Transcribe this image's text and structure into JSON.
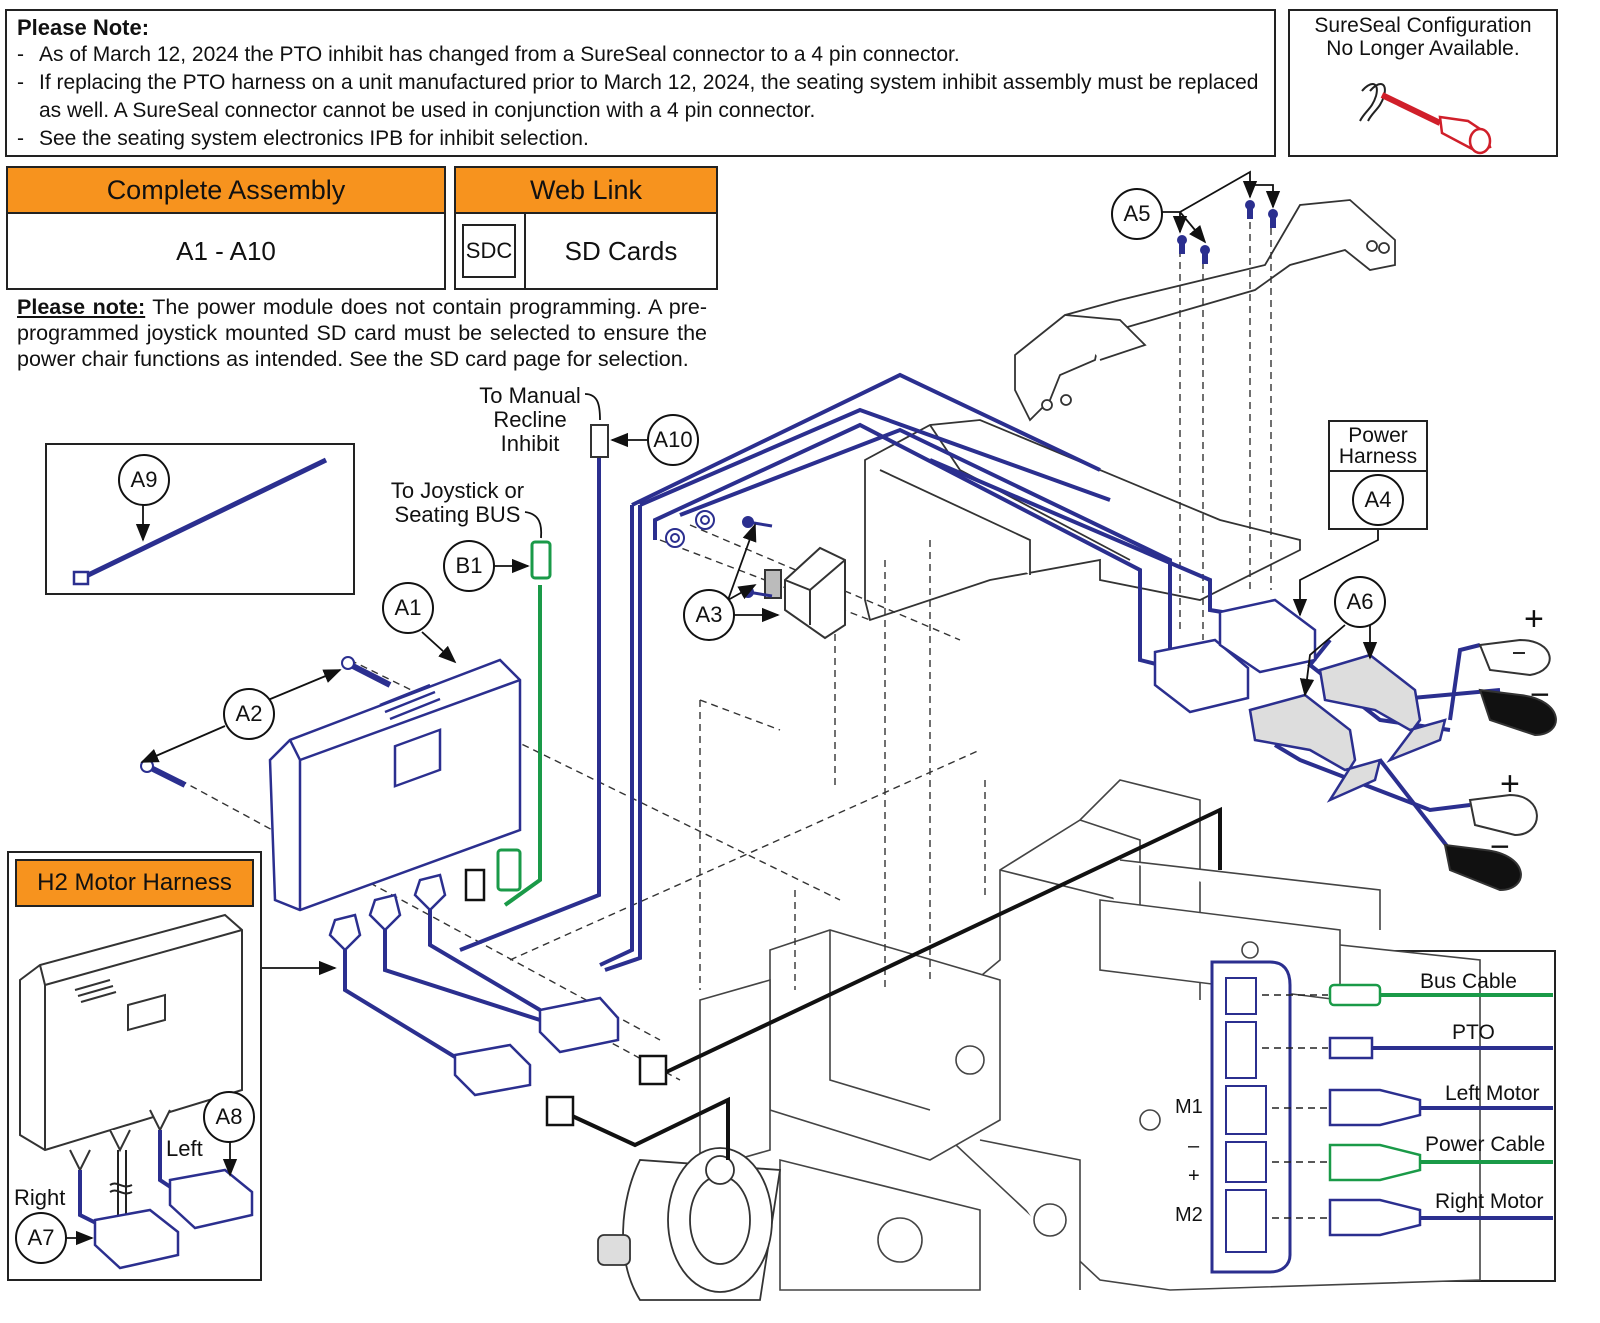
{
  "top_note": {
    "title": "Please Note:",
    "lines": [
      "As of March 12, 2024 the PTO inhibit has changed from a SureSeal connector to a 4 pin connector.",
      "If replacing the PTO harness on a unit manufactured prior to March 12, 2024, the seating system inhibit assembly must be replaced as well. A SureSeal connector cannot be used in conjunction with a 4 pin connector.",
      "See the seating system electronics IPB for inhibit selection."
    ]
  },
  "sureseal": {
    "line1": "SureSeal Configuration",
    "line2": "No Longer Available."
  },
  "complete_assembly": {
    "header": "Complete Assembly",
    "value": "A1 - A10"
  },
  "web_link": {
    "header": "Web Link",
    "code": "SDC",
    "label": "SD Cards"
  },
  "programming_note": {
    "bold": "Please note:",
    "text": " The power module does not contain programming. A pre-programmed joystick mounted  SD card must be selected to ensure the power chair functions as intended. See the SD card page for selection."
  },
  "labels": {
    "manual_recline": [
      "To Manual",
      "Recline",
      "Inhibit"
    ],
    "joystick": [
      "To Joystick or",
      "Seating BUS"
    ],
    "power_harness": [
      "Power",
      "Harness"
    ],
    "h2_motor_harness": "H2 Motor Harness",
    "left": "Left",
    "right": "Right",
    "plus": "+",
    "minus": "−"
  },
  "callouts": {
    "a1": "A1",
    "a2": "A2",
    "a3": "A3",
    "a4": "A4",
    "a5": "A5",
    "a6": "A6",
    "a7": "A7",
    "a8": "A8",
    "a9": "A9",
    "a10": "A10",
    "b1": "B1"
  },
  "inset_legend": {
    "rows": [
      {
        "label": "Bus Cable"
      },
      {
        "label": "PTO"
      },
      {
        "label": "Left Motor"
      },
      {
        "label": "Power Cable"
      },
      {
        "label": "Right Motor"
      }
    ],
    "port_labels": {
      "m1": "M1",
      "minus": "–",
      "plus": "+",
      "m2": "M2"
    }
  },
  "colors": {
    "wire_blue": "#2b2f8f",
    "wire_green": "#1a9a48",
    "accent_orange": "#f7931e",
    "sureseal_red": "#d01f2a",
    "line_dark": "#222222"
  }
}
